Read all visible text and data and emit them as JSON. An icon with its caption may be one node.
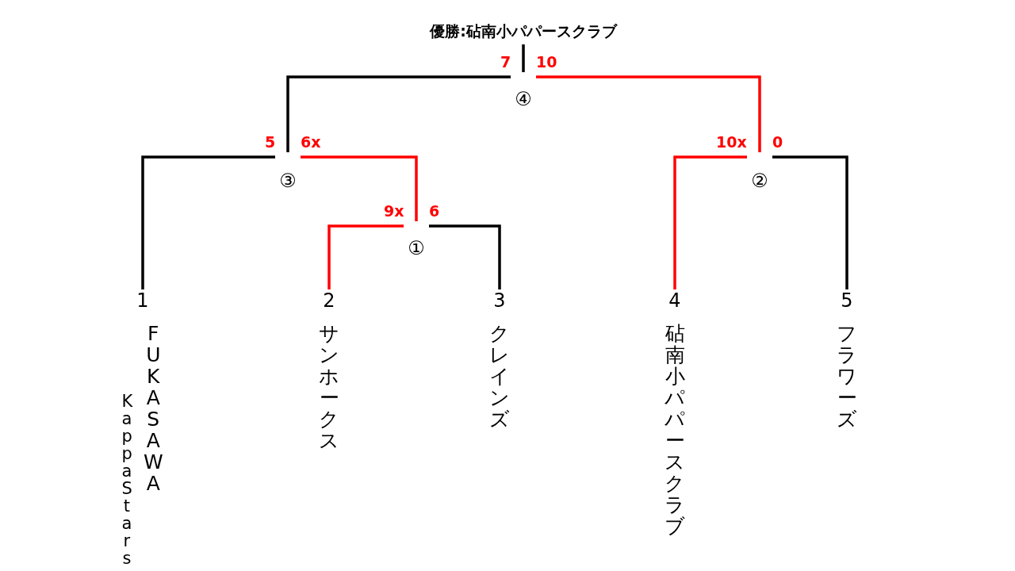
{
  "diagram": {
    "nodes": [
      {
        "text": [
          "優勝:砧南小パパースクラブ"
        ]
      },
      {
        "text": [
          "④"
        ]
      },
      {
        "text": [
          "③"
        ]
      },
      {
        "text": [
          "②"
        ]
      },
      {
        "text": [
          "①"
        ]
      },
      {
        "text": [
          "1",
          "Kappa Stars",
          "FUKASAWA"
        ]
      },
      {
        "text": [
          "2",
          "サンホークス"
        ]
      },
      {
        "text": [
          "3",
          "クレインズ"
        ]
      },
      {
        "text": [
          "4",
          "砧南小パパースクラブ"
        ]
      },
      {
        "text": [
          "5",
          "フラワーズ"
        ]
      }
    ],
    "edges": [
      {
        "from": 6,
        "to": 4,
        "arrow": "none",
        "label": "9x",
        "color": "#ff0000"
      },
      {
        "from": 7,
        "to": 4,
        "arrow": "none",
        "label": "6"
      },
      {
        "from": 5,
        "to": 2,
        "arrow": "none",
        "label": "5"
      },
      {
        "from": 4,
        "to": 2,
        "arrow": "none",
        "label": "6x",
        "color": "#ff0000"
      },
      {
        "from": 8,
        "to": 3,
        "arrow": "none",
        "label": "10x",
        "color": "#ff0000"
      },
      {
        "from": 9,
        "to": 3,
        "arrow": "none",
        "label": "0"
      },
      {
        "from": 2,
        "to": 1,
        "arrow": "none",
        "label": "7"
      },
      {
        "from": 3,
        "to": 1,
        "arrow": "none",
        "label": "10",
        "color": "#ff0000"
      },
      {
        "from": 1,
        "to": 0,
        "arrow": "none"
      }
    ]
  }
}
